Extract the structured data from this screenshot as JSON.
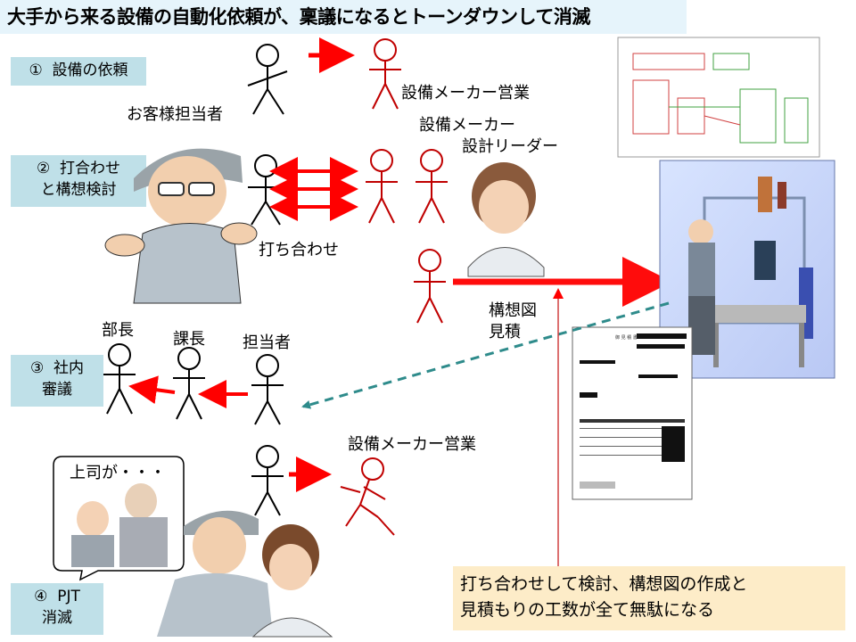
{
  "title": "大手から来る設備の自動化依頼が、稟議になるとトーンダウンして消滅",
  "steps": [
    {
      "num": "①",
      "label": "設備の依頼"
    },
    {
      "num": "②",
      "label": "打合わせ",
      "label2": "と構想検討"
    },
    {
      "num": "③",
      "label": "社内",
      "label2": "審議"
    },
    {
      "num": "④",
      "label": "PJT",
      "label2": "消滅"
    }
  ],
  "labels": {
    "customer": "お客様担当者",
    "maker_sales": "設備メーカー営業",
    "maker": "設備メーカー",
    "design_leader": "設計リーダー",
    "meeting": "打ち合わせ",
    "concept": "構想図",
    "estimate": "見積",
    "bucho": "部長",
    "kacho": "課長",
    "tanto": "担当者",
    "maker_sales2": "設備メーカー営業",
    "boss": "上司が・・・"
  },
  "doc": {
    "title": "御 見 積 書"
  },
  "note": {
    "line1": "打ち合わせして検討、構想図の作成と",
    "line2": "見積もりの工数が全て無駄になる"
  },
  "colors": {
    "arrow_red": "#ff0000",
    "dashed_teal": "#2e8b8b",
    "figure_red": "#c00000",
    "step_bg": "#bfe0e8",
    "note_bg": "#fdecc8"
  }
}
